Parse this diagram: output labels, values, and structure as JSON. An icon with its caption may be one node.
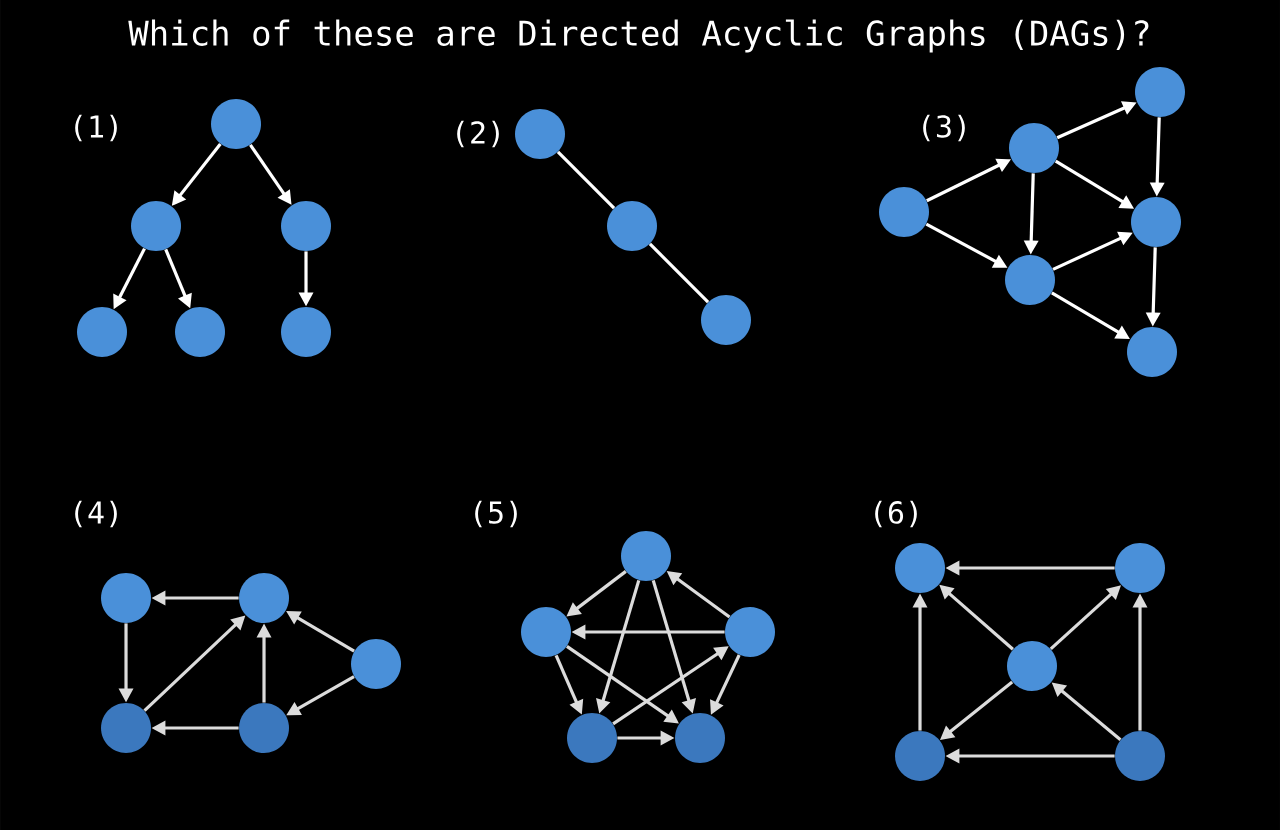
{
  "diagram": {
    "title": "Which of these are Directed Acyclic Graphs (DAGs)?",
    "nodes": [
      {
        "text": [],
        "shape": "circle"
      },
      {
        "text": [],
        "shape": "circle"
      },
      {
        "text": [],
        "shape": "circle"
      },
      {
        "text": [],
        "shape": "circle"
      },
      {
        "text": [],
        "shape": "circle"
      },
      {
        "text": [],
        "shape": "circle"
      },
      {
        "text": [],
        "shape": "circle"
      },
      {
        "text": [],
        "shape": "circle"
      },
      {
        "text": [],
        "shape": "circle"
      },
      {
        "text": [],
        "shape": "circle"
      },
      {
        "text": [],
        "shape": "circle"
      },
      {
        "text": [],
        "shape": "circle"
      },
      {
        "text": [],
        "shape": "circle"
      },
      {
        "text": [],
        "shape": "circle"
      },
      {
        "text": [],
        "shape": "circle"
      },
      {
        "text": [],
        "shape": "circle"
      },
      {
        "text": [],
        "shape": "circle"
      },
      {
        "text": [],
        "shape": "circle"
      },
      {
        "text": [],
        "shape": "circle"
      },
      {
        "text": [],
        "shape": "circle"
      },
      {
        "text": [],
        "shape": "circle"
      },
      {
        "text": [],
        "shape": "circle"
      },
      {
        "text": [],
        "shape": "circle"
      },
      {
        "text": [],
        "shape": "circle"
      },
      {
        "text": [],
        "shape": "circle"
      },
      {
        "text": [],
        "shape": "circle"
      },
      {
        "text": [],
        "shape": "circle"
      },
      {
        "text": [],
        "shape": "circle"
      },
      {
        "text": [],
        "shape": "circle"
      },
      {
        "text": [],
        "shape": "circle"
      }
    ],
    "edges": [
      {
        "from": 0,
        "to": 1,
        "arrow": "to",
        "color": "#ffffff"
      },
      {
        "from": 0,
        "to": 2,
        "arrow": "to",
        "color": "#ffffff"
      },
      {
        "from": 1,
        "to": 3,
        "arrow": "to",
        "color": "#ffffff"
      },
      {
        "from": 1,
        "to": 4,
        "arrow": "to",
        "color": "#ffffff"
      },
      {
        "from": 2,
        "to": 5,
        "arrow": "to",
        "color": "#ffffff"
      },
      {
        "from": 6,
        "to": 7,
        "arrow": "none",
        "color": "#ffffff"
      },
      {
        "from": 7,
        "to": 8,
        "arrow": "none",
        "color": "#ffffff"
      },
      {
        "from": 11,
        "to": 10,
        "arrow": "to",
        "color": "#ffffff"
      },
      {
        "from": 11,
        "to": 13,
        "arrow": "to",
        "color": "#ffffff"
      },
      {
        "from": 10,
        "to": 9,
        "arrow": "to",
        "color": "#ffffff"
      },
      {
        "from": 10,
        "to": 12,
        "arrow": "to",
        "color": "#ffffff"
      },
      {
        "from": 10,
        "to": 13,
        "arrow": "to",
        "color": "#ffffff"
      },
      {
        "from": 9,
        "to": 12,
        "arrow": "to",
        "color": "#ffffff"
      },
      {
        "from": 13,
        "to": 12,
        "arrow": "to",
        "color": "#ffffff"
      },
      {
        "from": 13,
        "to": 14,
        "arrow": "to",
        "color": "#ffffff"
      },
      {
        "from": 12,
        "to": 14,
        "arrow": "to",
        "color": "#ffffff"
      },
      {
        "from": 16,
        "to": 15,
        "arrow": "to"
      },
      {
        "from": 15,
        "to": 18,
        "arrow": "to"
      },
      {
        "from": 18,
        "to": 16,
        "arrow": "to"
      },
      {
        "from": 19,
        "to": 16,
        "arrow": "to"
      },
      {
        "from": 19,
        "to": 18,
        "arrow": "to"
      },
      {
        "from": 17,
        "to": 16,
        "arrow": "to"
      },
      {
        "from": 17,
        "to": 19,
        "arrow": "to"
      },
      {
        "from": 20,
        "to": 21,
        "arrow": "to"
      },
      {
        "from": 20,
        "to": 23,
        "arrow": "to"
      },
      {
        "from": 20,
        "to": 24,
        "arrow": "to"
      },
      {
        "from": 22,
        "to": 20,
        "arrow": "to"
      },
      {
        "from": 22,
        "to": 21,
        "arrow": "to"
      },
      {
        "from": 22,
        "to": 24,
        "arrow": "to"
      },
      {
        "from": 21,
        "to": 23,
        "arrow": "to"
      },
      {
        "from": 21,
        "to": 24,
        "arrow": "to"
      },
      {
        "from": 23,
        "to": 22,
        "arrow": "to"
      },
      {
        "from": 23,
        "to": 24,
        "arrow": "to"
      },
      {
        "from": 26,
        "to": 25,
        "arrow": "to"
      },
      {
        "from": 27,
        "to": 25,
        "arrow": "to"
      },
      {
        "from": 27,
        "to": 26,
        "arrow": "to"
      },
      {
        "from": 27,
        "to": 28,
        "arrow": "to"
      },
      {
        "from": 29,
        "to": 27,
        "arrow": "to"
      },
      {
        "from": 29,
        "to": 28,
        "arrow": "to"
      },
      {
        "from": 29,
        "to": 26,
        "arrow": "to"
      },
      {
        "from": 28,
        "to": 25,
        "arrow": "to"
      }
    ],
    "labels": [
      "(1)",
      "(2)",
      "(3)",
      "(4)",
      "(5)",
      "(6)"
    ]
  }
}
